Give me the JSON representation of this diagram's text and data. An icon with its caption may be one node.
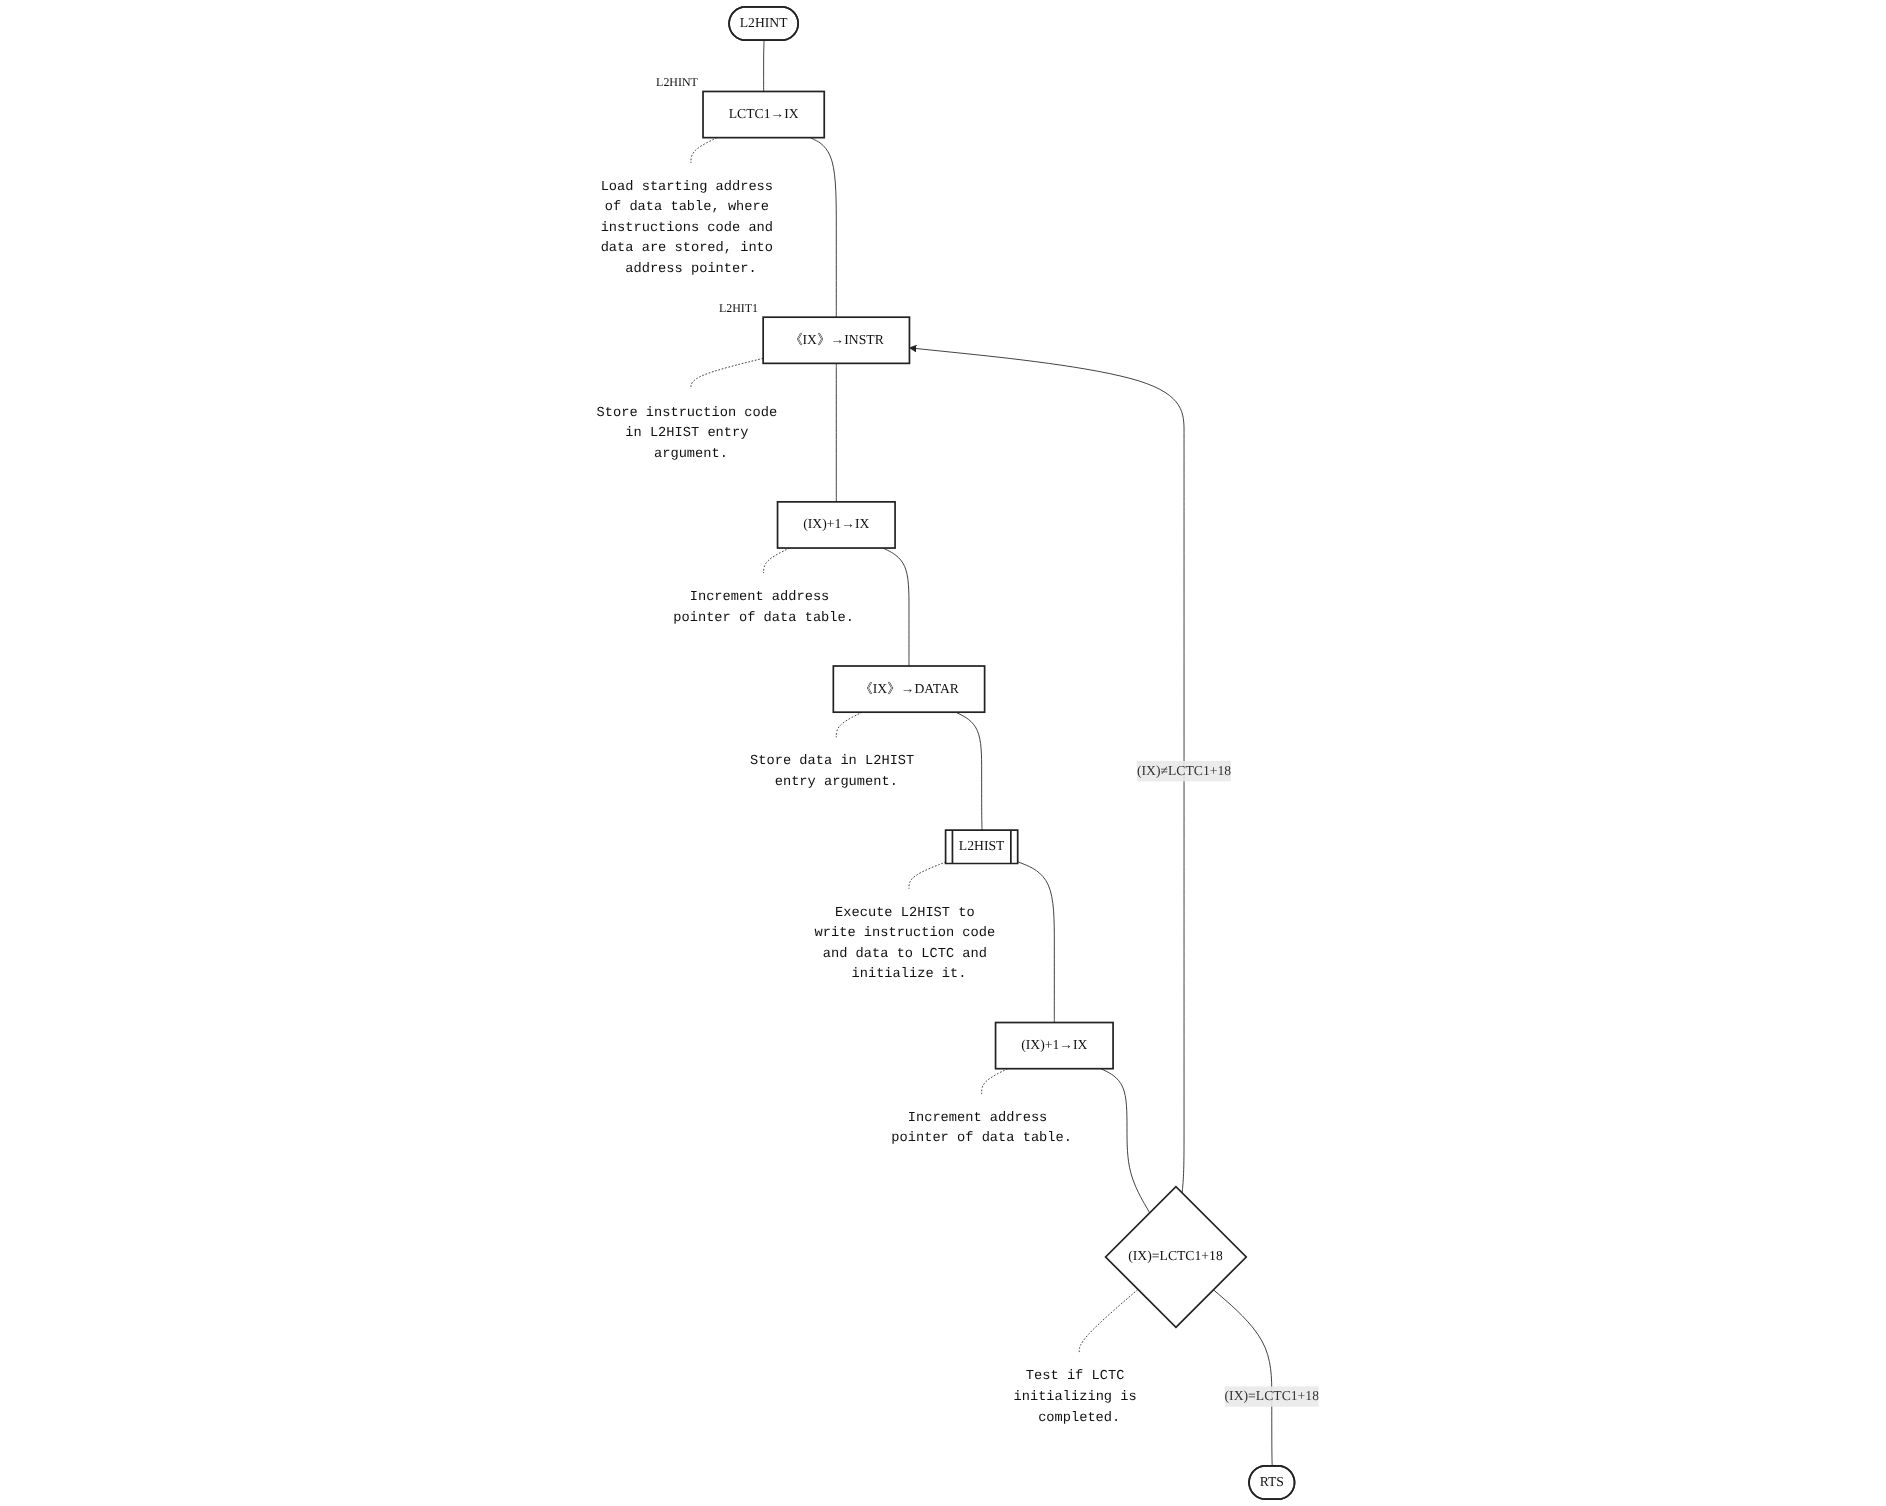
{
  "diagram": {
    "nodes": [
      {
        "text": [
          "L2HINT"
        ]
      },
      {
        "text": [
          "LCTC1→IX"
        ],
        "beside": [
          "L2HINT"
        ]
      },
      {
        "text": [
          "《IX》→INSTR"
        ],
        "beside": [
          "L2HIT1"
        ]
      },
      {
        "text": [
          "(IX)+1→IX"
        ]
      },
      {
        "text": [
          "《IX》→DATAR"
        ]
      },
      {
        "text": [
          "L2HIST"
        ]
      },
      {
        "text": [
          "(IX)+1→IX"
        ]
      },
      {
        "text": [
          "(IX)=LCTC1+18"
        ]
      },
      {
        "text": [
          "RTS"
        ]
      },
      {
        "text": [
          "Load starting address of data table, where instructions code and data are stored, into address pointer."
        ]
      },
      {
        "text": [
          "Store instruction code in L2HIST entry argument."
        ]
      },
      {
        "text": [
          "Increment address pointer of data table."
        ]
      },
      {
        "text": [
          "Store data in L2HIST entry argument."
        ]
      },
      {
        "text": [
          "Execute L2HIST to write instruction code and data to LCTC and initialize it."
        ]
      },
      {
        "text": [
          "Increment address pointer of data table."
        ]
      },
      {
        "text": [
          "Test if LCTC initializing is completed."
        ]
      }
    ],
    "edges": [
      {
        "from": 0,
        "to": 1,
        "arrow": "none"
      },
      {
        "from": 1,
        "to": 2,
        "arrow": "none"
      },
      {
        "from": 2,
        "to": 3,
        "arrow": "none"
      },
      {
        "from": 3,
        "to": 4,
        "arrow": "none"
      },
      {
        "from": 4,
        "to": 5,
        "arrow": "none"
      },
      {
        "from": 5,
        "to": 6,
        "arrow": "none"
      },
      {
        "from": 6,
        "to": 7,
        "arrow": "none"
      },
      {
        "from": 7,
        "to": 2,
        "arrow": "to",
        "label": "(IX)≠LCTC1+18"
      },
      {
        "from": 7,
        "to": 8,
        "arrow": "none",
        "label": "(IX)=LCTC1+18"
      },
      {
        "from": 1,
        "to": 9,
        "arrow": "none",
        "style": "dashed"
      },
      {
        "from": 2,
        "to": 10,
        "arrow": "none",
        "style": "dashed"
      },
      {
        "from": 3,
        "to": 11,
        "arrow": "none",
        "style": "dashed"
      },
      {
        "from": 4,
        "to": 12,
        "arrow": "none",
        "style": "dashed"
      },
      {
        "from": 5,
        "to": 13,
        "arrow": "none",
        "style": "dashed"
      },
      {
        "from": 6,
        "to": 14,
        "arrow": "none",
        "style": "dashed"
      },
      {
        "from": 7,
        "to": 15,
        "arrow": "none",
        "style": "dashed"
      }
    ]
  }
}
